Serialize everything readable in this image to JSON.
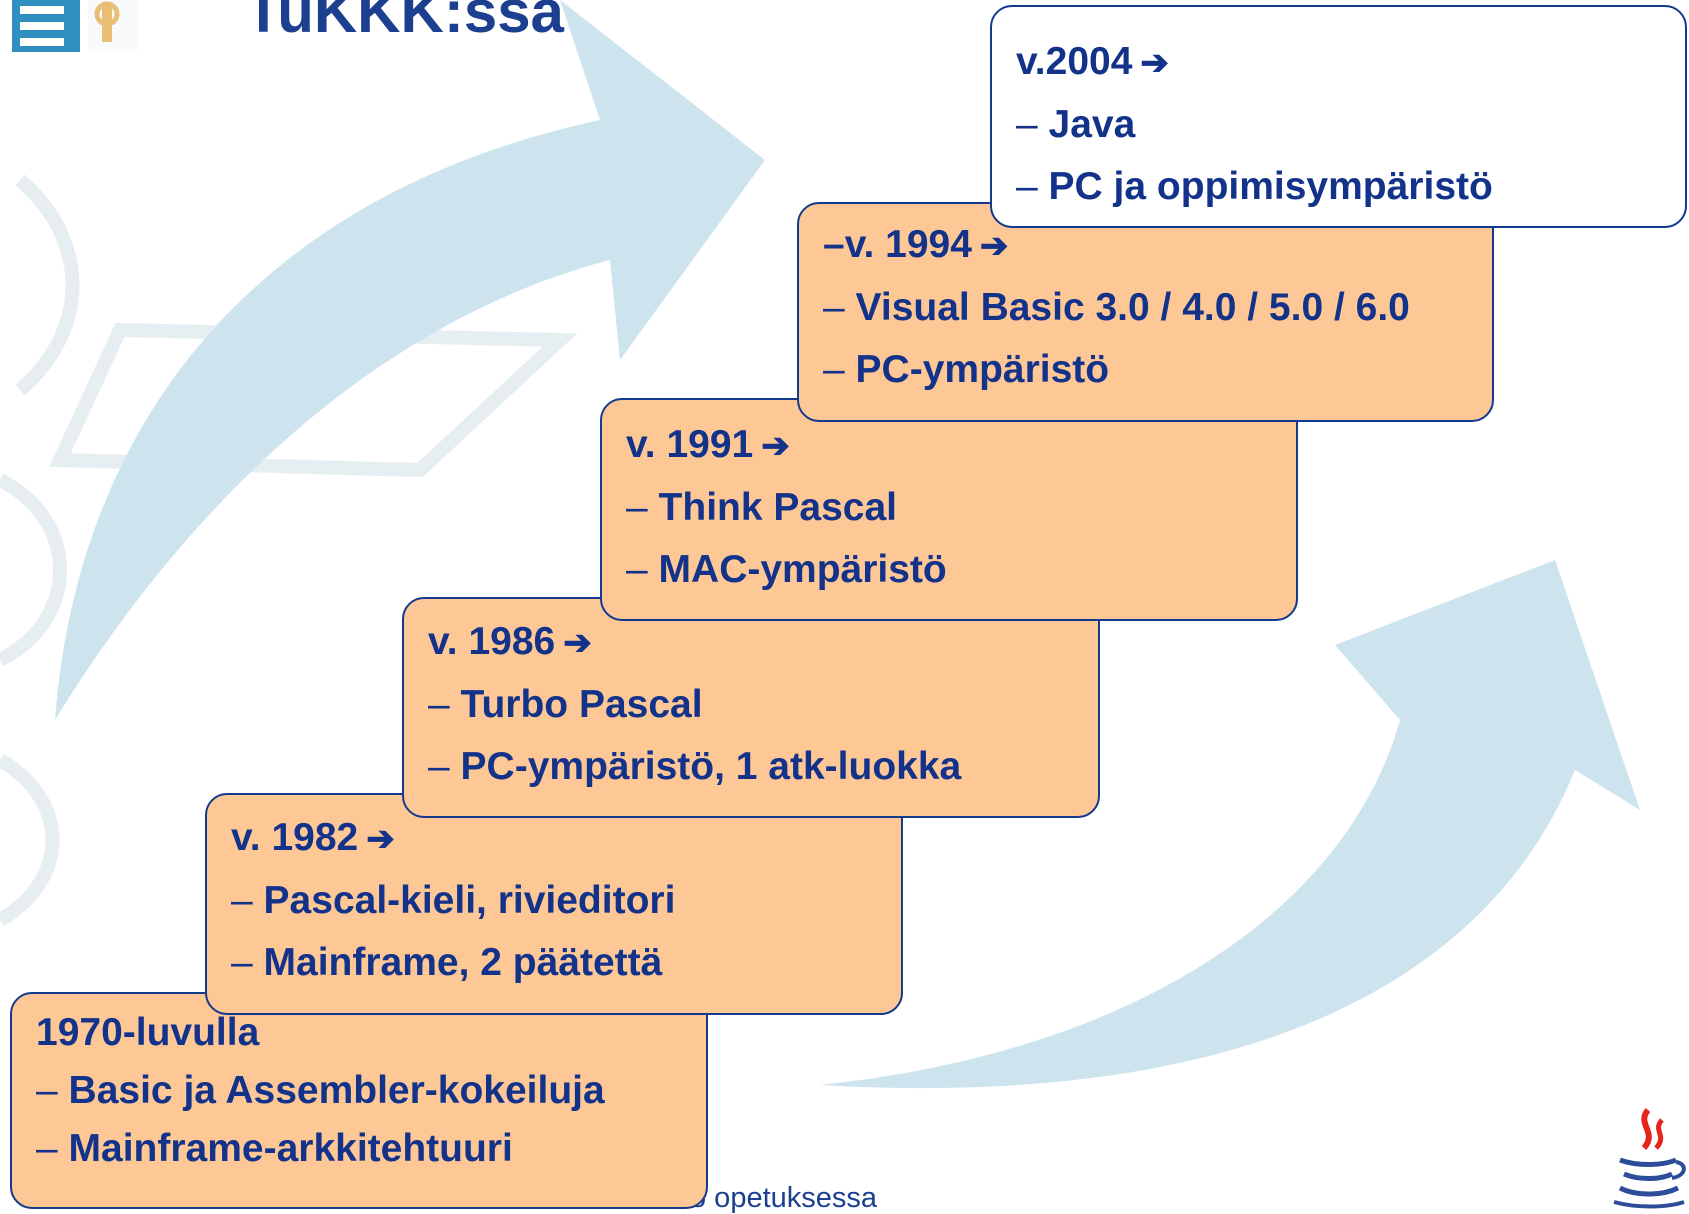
{
  "title": "TuKKK:ssa",
  "footer_text": "o opetuksessa",
  "arrow_glyph": "➔",
  "dash_glyph": "–",
  "colors": {
    "box_fill": "#fdc896",
    "box_fill_white": "#ffffff",
    "border": "#143a8e",
    "text": "#13328a",
    "arrow_shape": "#cde4ee"
  },
  "icons": [
    "logo-icon",
    "java-logo-icon"
  ],
  "steps": [
    {
      "heading": "1970-luvulla",
      "has_arrow": false,
      "items": [
        "Basic ja Assembler-kokeiluja",
        "Mainframe-arkkitehtuuri"
      ]
    },
    {
      "heading": "v. 1982",
      "has_arrow": true,
      "items": [
        "Pascal-kieli, rivieditori",
        "Mainframe, 2 päätettä"
      ]
    },
    {
      "heading": "v. 1986",
      "has_arrow": true,
      "items": [
        "Turbo Pascal",
        "PC-ympäristö, 1 atk-luokka"
      ]
    },
    {
      "heading": "v. 1991",
      "has_arrow": true,
      "items": [
        "Think Pascal",
        "MAC-ympäristö"
      ]
    },
    {
      "heading": "–v. 1994",
      "has_arrow": true,
      "items": [
        "Visual Basic 3.0 / 4.0 / 5.0 / 6.0",
        "PC-ympäristö"
      ]
    },
    {
      "heading": "v.2004",
      "has_arrow": true,
      "items": [
        "Java",
        "PC ja oppimisympäristö"
      ]
    }
  ]
}
